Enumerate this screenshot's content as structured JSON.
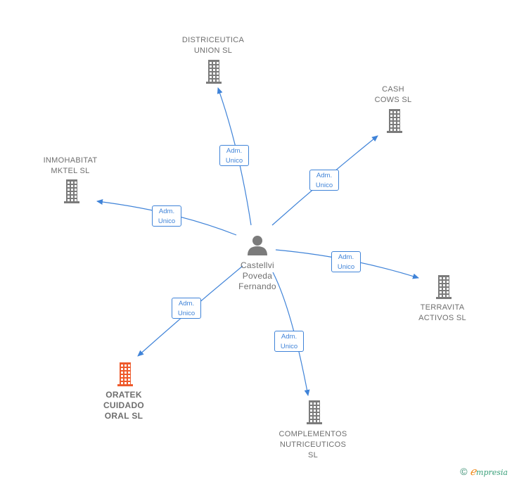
{
  "center": {
    "name": "Castellvi\nPoveda\nFernando",
    "icon": "person-icon"
  },
  "relation_label": "Adm.\nUnico",
  "companies": [
    {
      "id": "districeutica",
      "name": "DISTRICEUTICA\nUNION  SL",
      "icon": "building-icon",
      "color": "#7b7b7b"
    },
    {
      "id": "cash",
      "name": "CASH\nCOWS  SL",
      "icon": "building-icon",
      "color": "#7b7b7b"
    },
    {
      "id": "inmohabitat",
      "name": "INMOHABITAT\nMKTEL SL",
      "icon": "building-icon",
      "color": "#7b7b7b"
    },
    {
      "id": "terravita",
      "name": "TERRAVITA\nACTIVOS  SL",
      "icon": "building-icon",
      "color": "#7b7b7b"
    },
    {
      "id": "oratek",
      "name": "ORATEK\nCUIDADO\nORAL  SL",
      "icon": "building-icon",
      "color": "#ee5a2c"
    },
    {
      "id": "complementos",
      "name": "COMPLEMENTOS\nNUTRICEUTICOS\nSL",
      "icon": "building-icon",
      "color": "#7b7b7b"
    }
  ],
  "colors": {
    "edge": "#3f83d8",
    "text": "#6e6e6e",
    "building": "#7b7b7b",
    "highlight": "#ee5a2c"
  },
  "footer": {
    "copyright_symbol": "©",
    "brand_first": "ℯ",
    "brand_rest": "mpresia"
  }
}
